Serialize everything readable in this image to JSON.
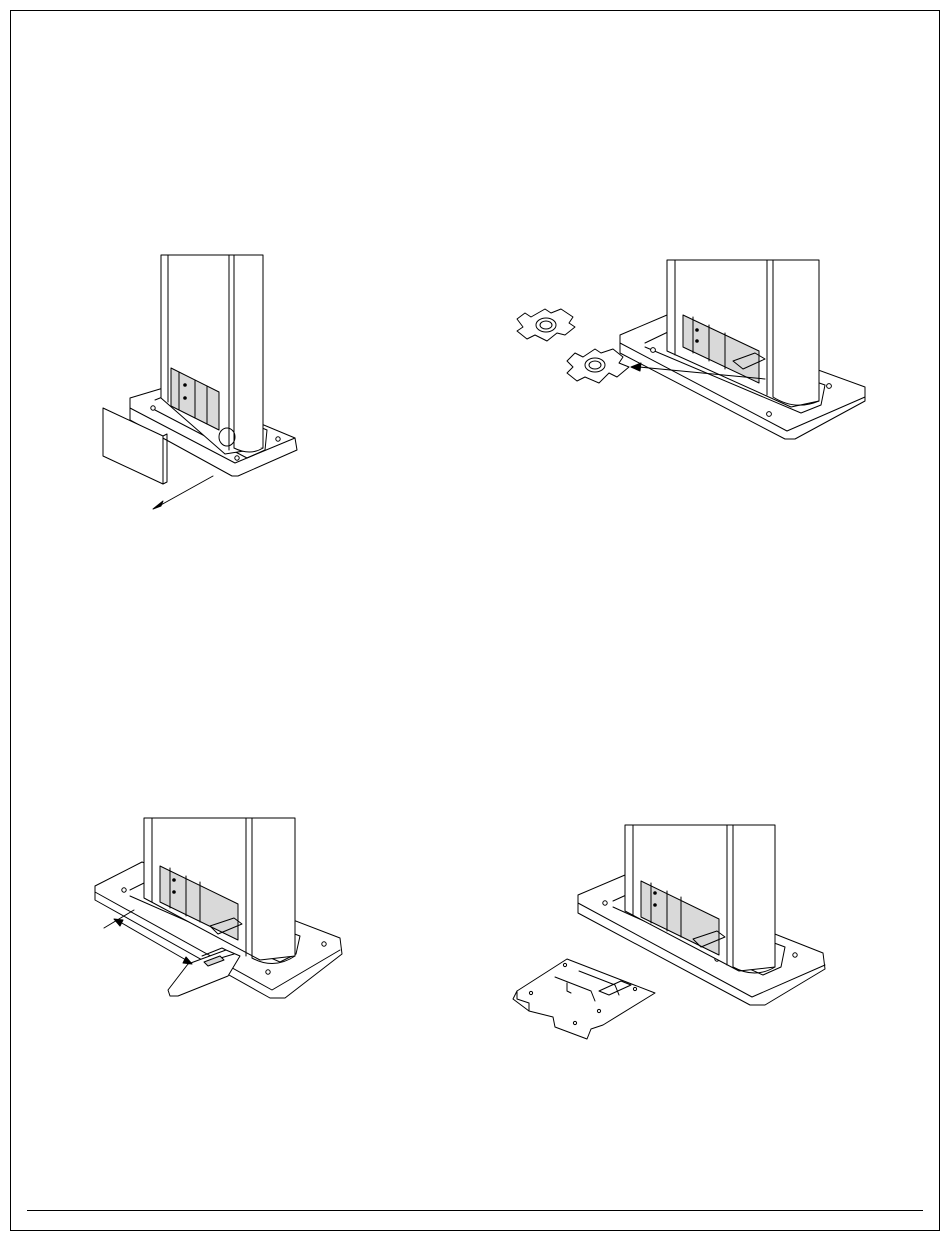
{
  "document": {
    "type": "assembly-instruction-sheet",
    "steps": [
      {
        "id": "a",
        "icon": "remove-cover-panel-illustration"
      },
      {
        "id": "b",
        "icon": "install-grommet-plates-illustration"
      },
      {
        "id": "c",
        "icon": "slide-out-tray-illustration"
      },
      {
        "id": "d",
        "icon": "install-mounting-bracket-illustration"
      }
    ]
  },
  "colors": {
    "line": "#000000",
    "paper": "#ffffff"
  }
}
